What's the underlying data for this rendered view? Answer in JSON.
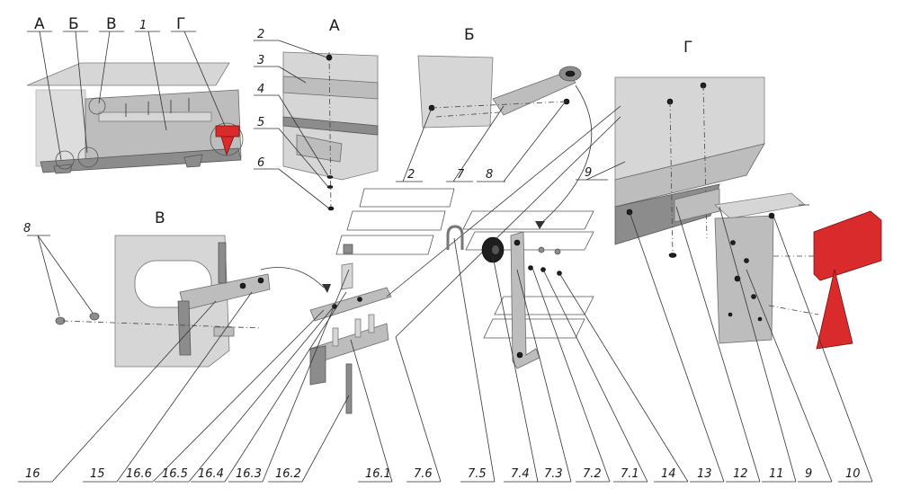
{
  "views": {
    "a": "А",
    "b": "Б",
    "v": "В",
    "g": "Г"
  },
  "overview_labels": {
    "a": "А",
    "b": "Б",
    "v": "В",
    "one": "1",
    "g": "Г"
  },
  "labels": {
    "n2a": "2",
    "n3": "3",
    "n4": "4",
    "n5": "5",
    "n6": "6",
    "n2b": "2",
    "n7": "7",
    "n8a": "8",
    "n9a": "9",
    "n8b": "8"
  },
  "bottom_labels": [
    "16",
    "15",
    "16.6",
    "16.5",
    "16.4",
    "16.3",
    "16.2",
    "16.1",
    "7.6",
    "7.5",
    "7.4",
    "7.3",
    "7.2",
    "7.1",
    "14",
    "13",
    "12",
    "11",
    "9",
    "10"
  ],
  "colors": {
    "reflector": "#d92b2b",
    "metal": "#bdbdbd",
    "line": "#333333"
  }
}
